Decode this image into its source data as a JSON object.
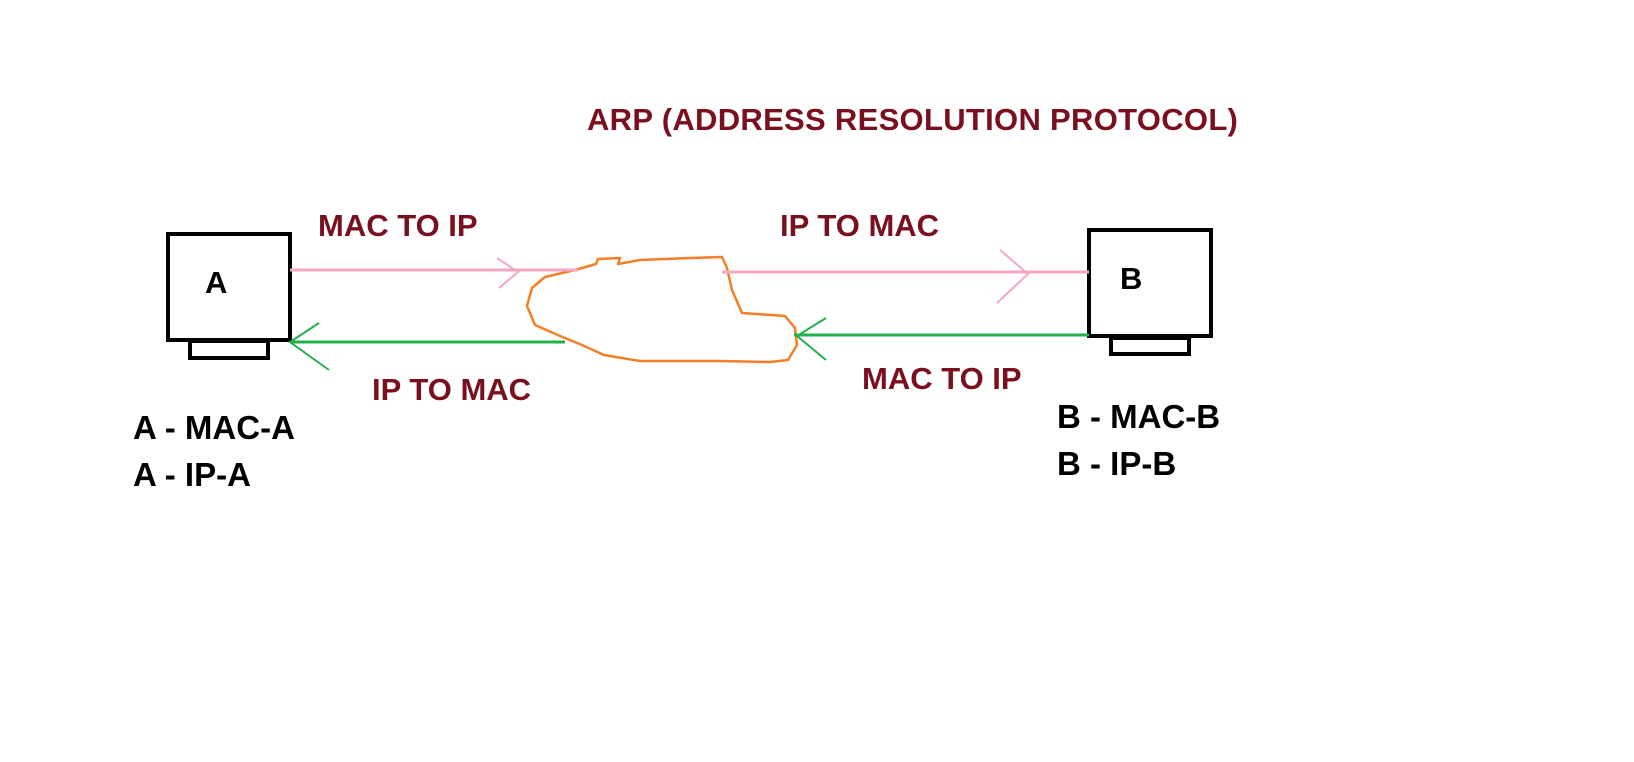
{
  "title": "ARP (ADDRESS RESOLUTION PROTOCOL)",
  "arrows": {
    "top_left_label": "MAC TO IP",
    "top_right_label": "IP TO MAC",
    "bottom_left_label": "IP TO MAC",
    "bottom_right_label": "MAC TO IP"
  },
  "hosts": {
    "a": {
      "letter": "A",
      "mac_line": "A - MAC-A",
      "ip_line": "A - IP-A"
    },
    "b": {
      "letter": "B",
      "mac_line": "B - MAC-B",
      "ip_line": "B - IP-B"
    }
  },
  "colors": {
    "label_text": "#7a0f1e",
    "request_arrow": "#f4a7c4",
    "reply_arrow": "#22b14c",
    "network_cloud": "#f57f26",
    "host_outline": "#000000"
  }
}
